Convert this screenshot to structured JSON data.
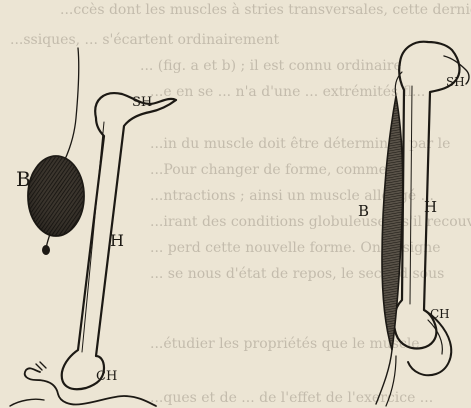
{
  "labels": {
    "left_muscle": "B′",
    "left_bone": "H",
    "left_top": "SH",
    "left_bottom": "CH",
    "right_muscle": "B",
    "right_bone": "H",
    "right_top": "SH",
    "right_bottom": "CH"
  },
  "background_text": [
    "...ccès dont les muscles à stries transversales, cette dernière forme étant la",
    "...ssiques, ... s'écartent ordinairement",
    "... (fig. a et b) ; il est connu ordinaire",
    "...e en se ... n'a d'une ... extrémités fl...",
    "...in du muscle doit être déterminée par le",
    "...Pour changer de forme, comme",
    "...ntractions ; ainsi un muscle allongé ...",
    "...irant des conditions globuleuses, s'il recouvre ou",
    "... perd cette nouvelle forme. On désigne",
    "... se nous d'état de repos, le second sous",
    "...étudier les propriétés que le muscle",
    "...ques et de ... de l'effet de l'exercice ..."
  ],
  "colors": {
    "paper": "#ece5d4",
    "ink": "#1c1914"
  }
}
